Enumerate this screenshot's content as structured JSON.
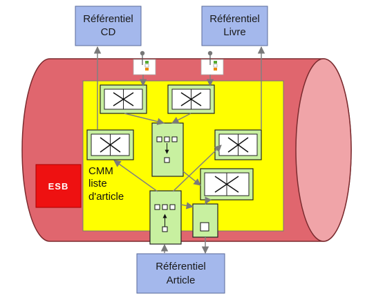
{
  "referentiels": {
    "cd": {
      "line1": "Référentiel",
      "line2": "CD"
    },
    "livre": {
      "line1": "Référentiel",
      "line2": "Livre"
    },
    "article": {
      "line1": "Référentiel",
      "line2": "Article"
    }
  },
  "esb": {
    "label": "ESB"
  },
  "cmm": {
    "line1": "CMM",
    "line2": "liste",
    "line3": "d'article"
  },
  "colors": {
    "bus_body": "#e0666e",
    "bus_cap": "#f0a4a8",
    "bus_stroke": "#7a2a2e",
    "container": "#ffff00",
    "component": "#c8f0a0",
    "referentiel": "#a4b8ec",
    "esb_box": "#ee1111",
    "arrow": "#808080"
  }
}
